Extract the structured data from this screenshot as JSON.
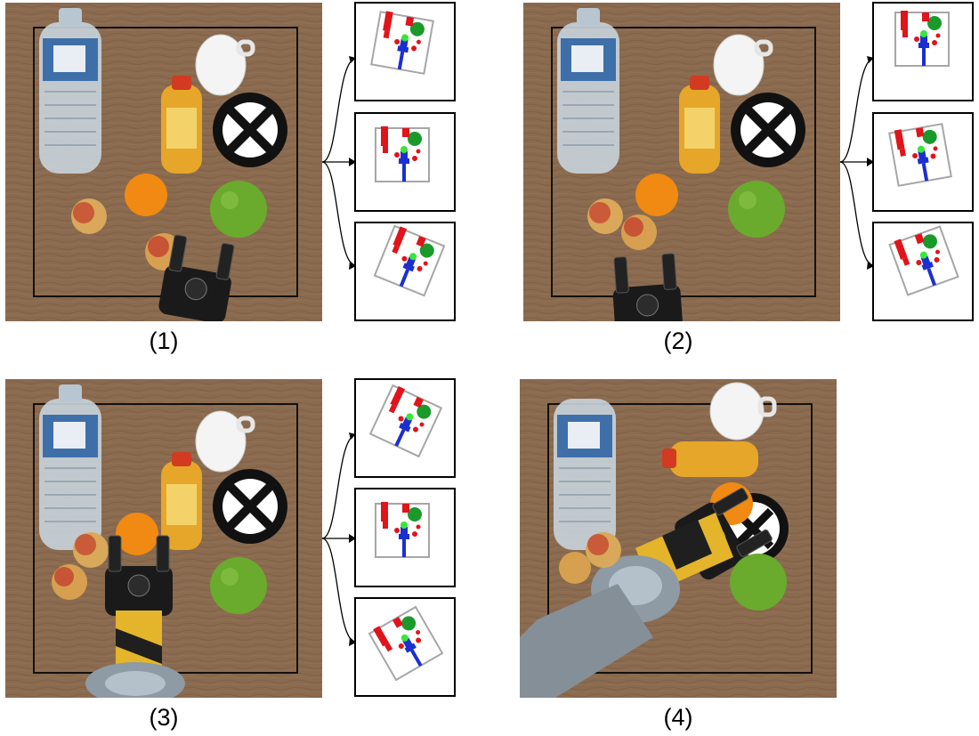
{
  "panels": [
    {
      "label": "(1)",
      "gripper": "low-right",
      "cup_top": false
    },
    {
      "label": "(2)",
      "gripper": "low-right",
      "cup_top": false
    },
    {
      "label": "(3)",
      "gripper": "center",
      "cup_top": false
    },
    {
      "label": "(4)",
      "gripper": "arm",
      "cup_top": true
    }
  ],
  "thumb_rotations": {
    "p1": [
      10,
      0,
      20
    ],
    "p2": [
      0,
      -10,
      -20
    ],
    "p3": [
      25,
      0,
      -30
    ]
  },
  "colors": {
    "table": "#8a6a4e",
    "table_dark": "#6d523b",
    "mask_red": "#e0141a",
    "mask_green": "#1a9a2a",
    "mask_blue": "#1b2fd0",
    "mask_center": "#39e639",
    "apple_green": "#6aaa2c",
    "orange": "#f08a12",
    "gripper": "#1a1a1a"
  },
  "icons": [
    "target-x-icon",
    "arrow-icon"
  ]
}
